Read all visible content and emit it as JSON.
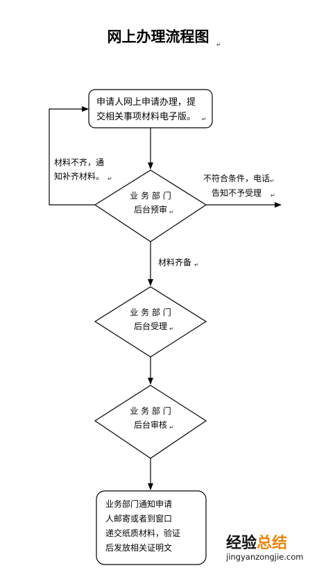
{
  "title": "网上办理流程图",
  "steps": {
    "apply": [
      "申请人网上申请办理，提",
      "交相关事项材料电子版。"
    ],
    "prereview": [
      "业 务 部 门",
      "后台预审"
    ],
    "accept": [
      "业 务 部 门",
      "后台受理"
    ],
    "audit": [
      "业 务 部 门",
      "后台审核"
    ],
    "final": [
      "业务部门通知申请",
      "人邮寄或者到窗口",
      "递交纸质材料，验证",
      "后发放相关证明文"
    ]
  },
  "edges": {
    "incomplete": [
      "材料不齐，通",
      "知补齐材料。"
    ],
    "reject": [
      "不符合条件，电话",
      "告知不予受理"
    ],
    "complete": "材料齐备"
  },
  "watermark": {
    "brand_main": "经验",
    "brand_accent": "总结",
    "url": "jingyanzongjie.com"
  }
}
